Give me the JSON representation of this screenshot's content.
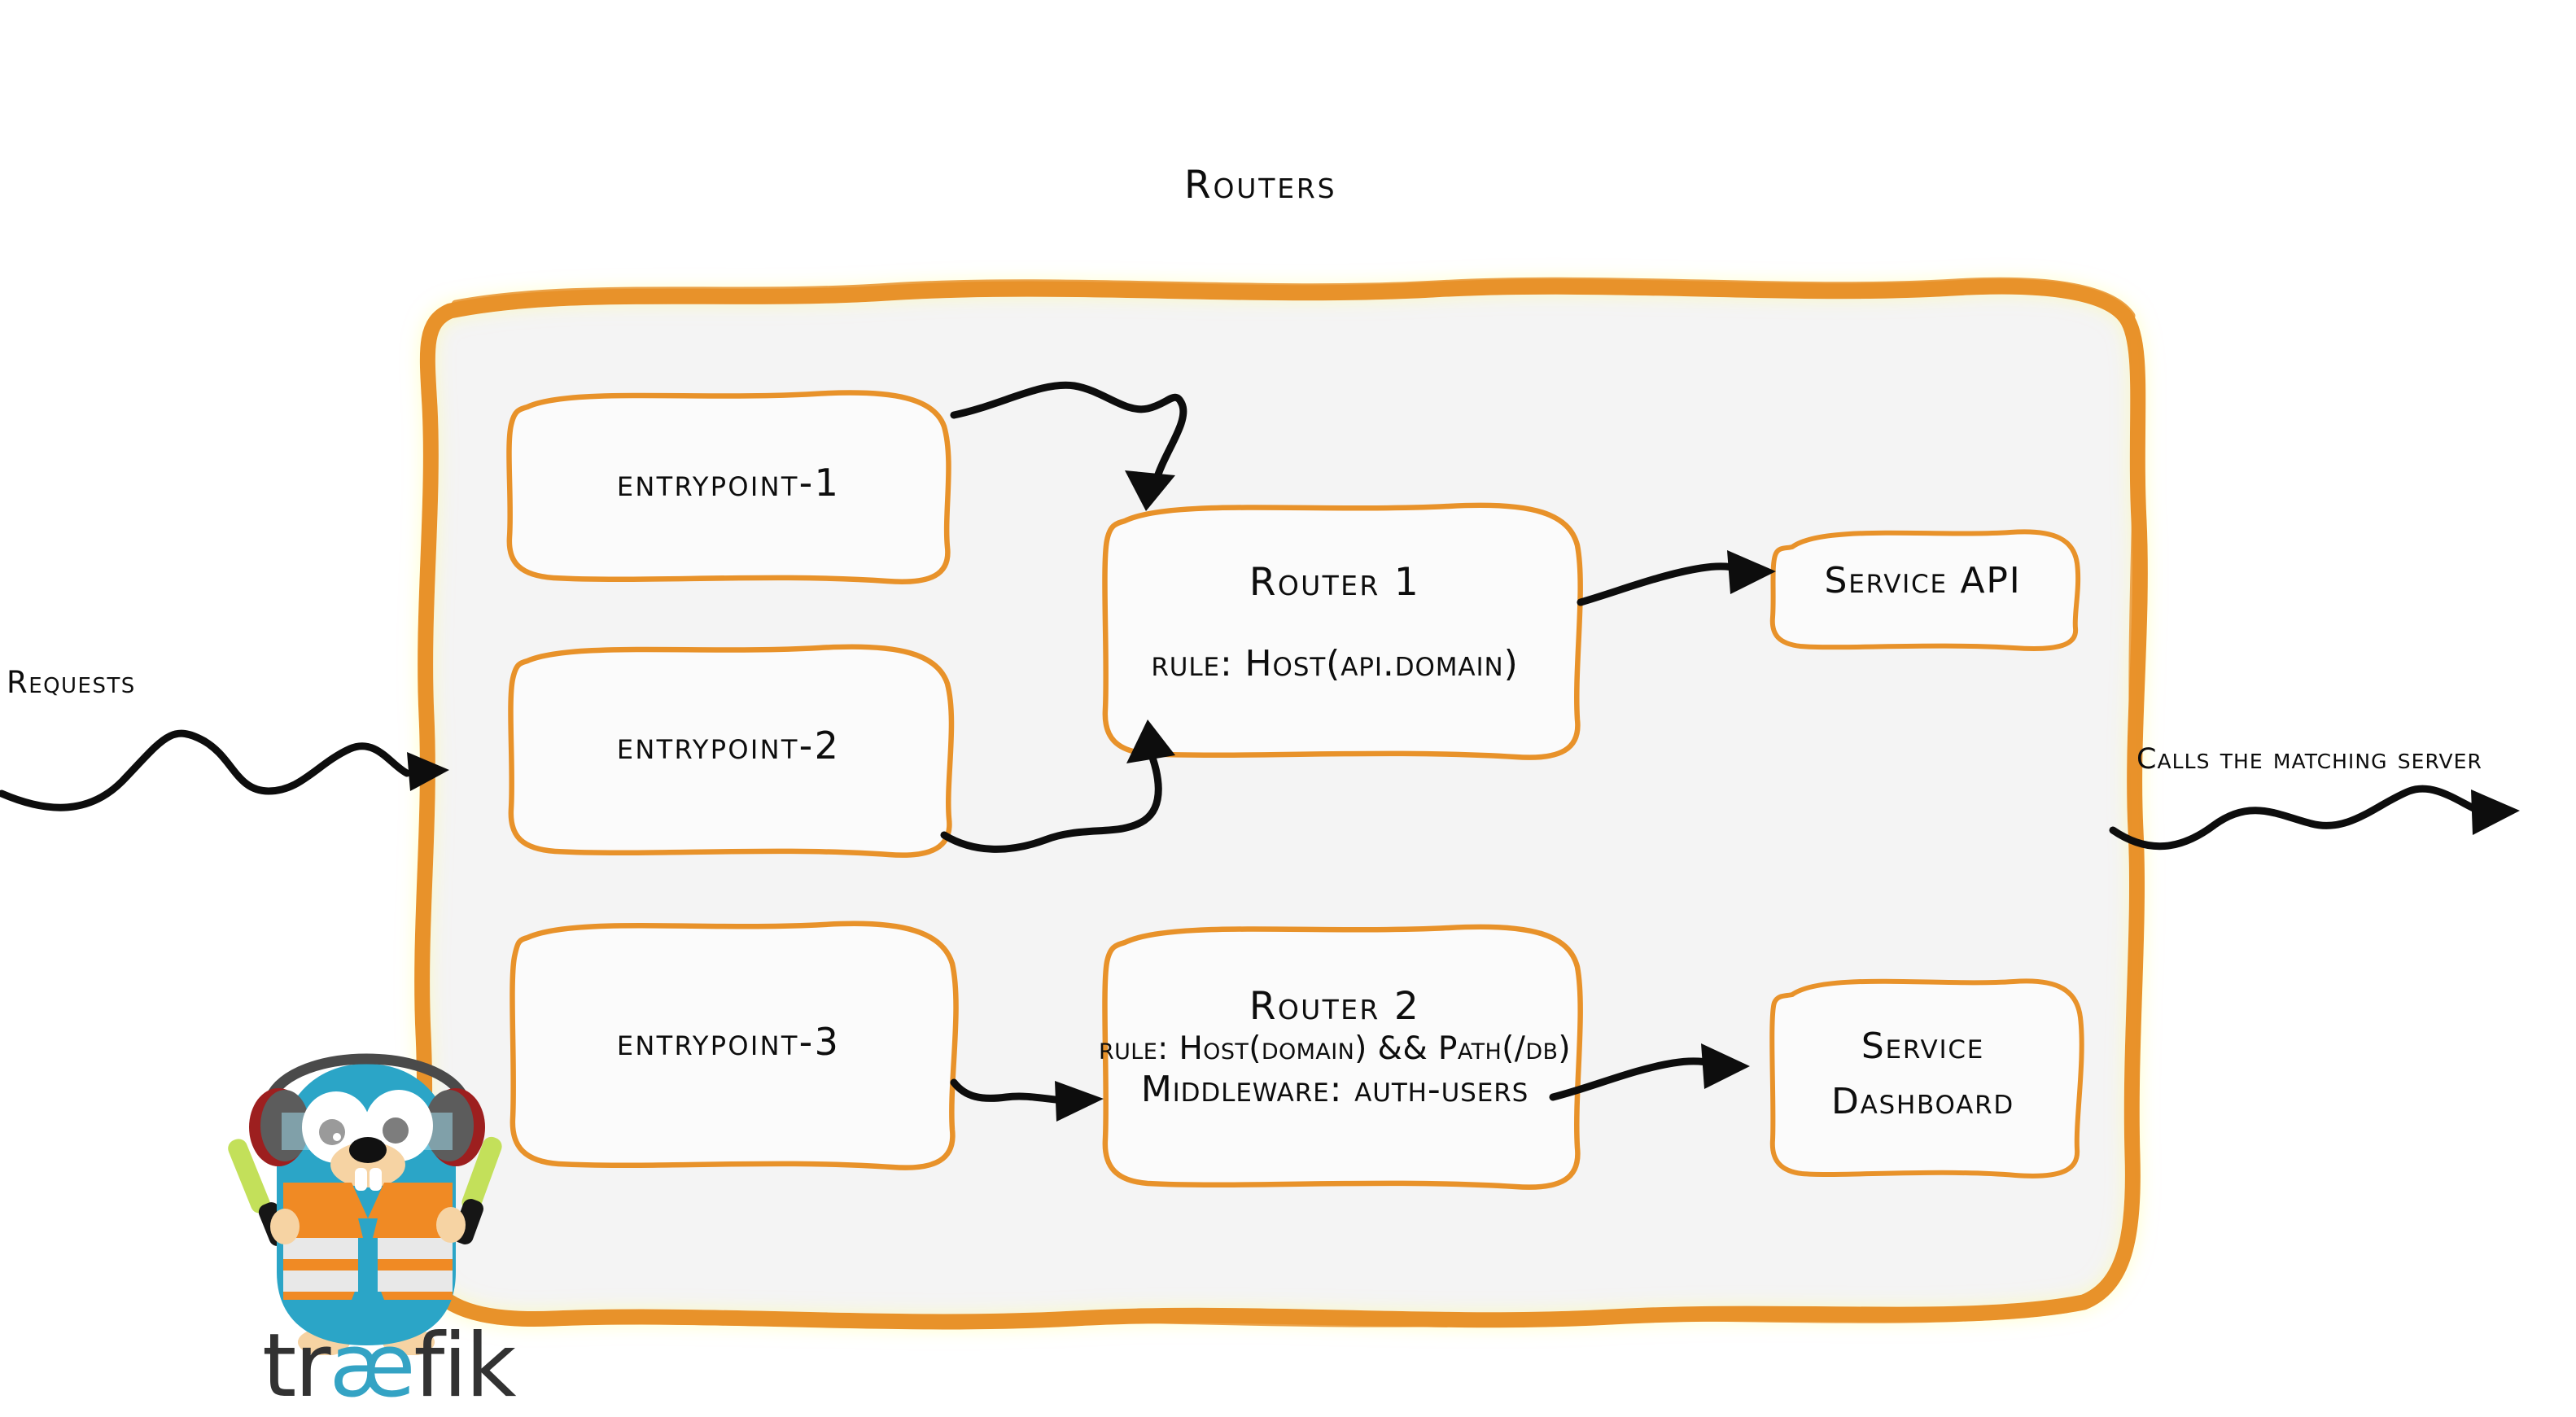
{
  "diagram": {
    "title": "Routers",
    "type": "traefik-routing-architecture",
    "background_color": "#ffffff",
    "accent_color": "#e8922a",
    "container_fill": "#f4f4f4",
    "ink_color": "#0d0d0d"
  },
  "outer_labels": {
    "left": "Requests",
    "right": "Calls the matching server"
  },
  "entrypoints": [
    {
      "label": "entrypoint-1"
    },
    {
      "label": "entrypoint-2"
    },
    {
      "label": "entrypoint-3"
    }
  ],
  "routers": [
    {
      "title": "Router 1",
      "rule": "rule: Host(api.domain)",
      "middleware": null
    },
    {
      "title": "Router 2",
      "rule": "rule: Host(domain) && Path(/db)",
      "middleware": "Middleware: auth-users"
    }
  ],
  "services": [
    {
      "lines": [
        "Service API"
      ]
    },
    {
      "lines": [
        "Service",
        "Dashboard"
      ]
    }
  ],
  "logo": {
    "wordmark_prefix": "tr",
    "wordmark_ligature": "æ",
    "wordmark_suffix": "fik",
    "ligature_color": "#34a3c4",
    "text_color": "#323232",
    "mascot": "traefik-gopher-mascot"
  },
  "connections": [
    {
      "from": "entrypoint-1",
      "to": "router-1"
    },
    {
      "from": "entrypoint-2",
      "to": "router-1"
    },
    {
      "from": "entrypoint-3",
      "to": "router-2"
    },
    {
      "from": "router-1",
      "to": "service-api"
    },
    {
      "from": "router-2",
      "to": "service-dashboard"
    },
    {
      "from": "requests",
      "to": "routers-container"
    },
    {
      "from": "routers-container",
      "to": "matching-server"
    }
  ]
}
